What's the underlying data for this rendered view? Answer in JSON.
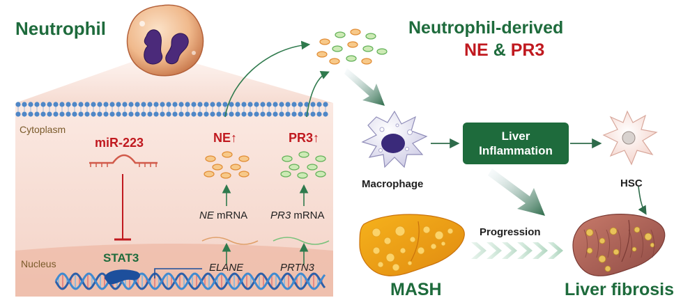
{
  "titles": {
    "neutrophil": "Neutrophil",
    "derived_line1": "Neutrophil-derived",
    "derived_ne": "NE",
    "derived_amp": "&",
    "derived_pr3": "PR3"
  },
  "cell": {
    "cytoplasm": "Cytoplasm",
    "nucleus": "Nucleus",
    "mir": "miR-223",
    "stat3": "STAT3",
    "ne_up": "NE",
    "pr3_up": "PR3",
    "up_arrow": "↑",
    "ne_mrna_gene": "NE",
    "mrna_word": "mRNA",
    "pr3_mrna_gene": "PR3",
    "elane": "ELANE",
    "prtn3": "PRTN3"
  },
  "pathway": {
    "macrophage": "Macrophage",
    "liver_inflammation_line1": "Liver",
    "liver_inflammation_line2": "Inflammation",
    "hsc": "HSC",
    "progression": "Progression",
    "mash": "MASH",
    "liver_fibrosis": "Liver fibrosis"
  },
  "colors": {
    "title_green": "#1e6b3c",
    "accent_red": "#c0191f",
    "box_green": "#1e6b3c",
    "ne_granule": "#f3b05f",
    "pr3_granule": "#a9d98a"
  }
}
